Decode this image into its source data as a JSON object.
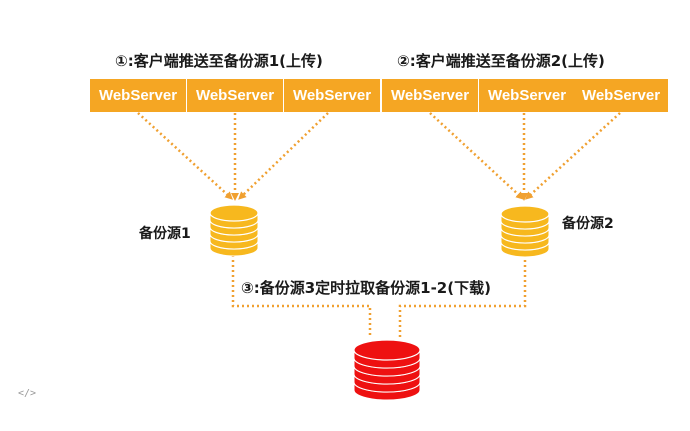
{
  "colors": {
    "server_fill": "#f5a623",
    "connector": "#f0a030",
    "db_gold": "#f7b81e",
    "db_red": "#ee1111"
  },
  "groups": [
    {
      "caption": "①:客户端推送至备份源1(上传)",
      "servers": [
        "WebServer",
        "WebServer",
        "WebServer"
      ]
    },
    {
      "caption": "②:客户端推送至备份源2(上传)",
      "servers": [
        "WebServer",
        "WebServer",
        "WebServer"
      ]
    }
  ],
  "sources": [
    {
      "label": "备份源1"
    },
    {
      "label": "备份源2"
    }
  ],
  "pull_caption": "③:备份源3定时拉取备份源1-2(下载)",
  "icons": [
    "code-icon",
    "database-icon"
  ]
}
